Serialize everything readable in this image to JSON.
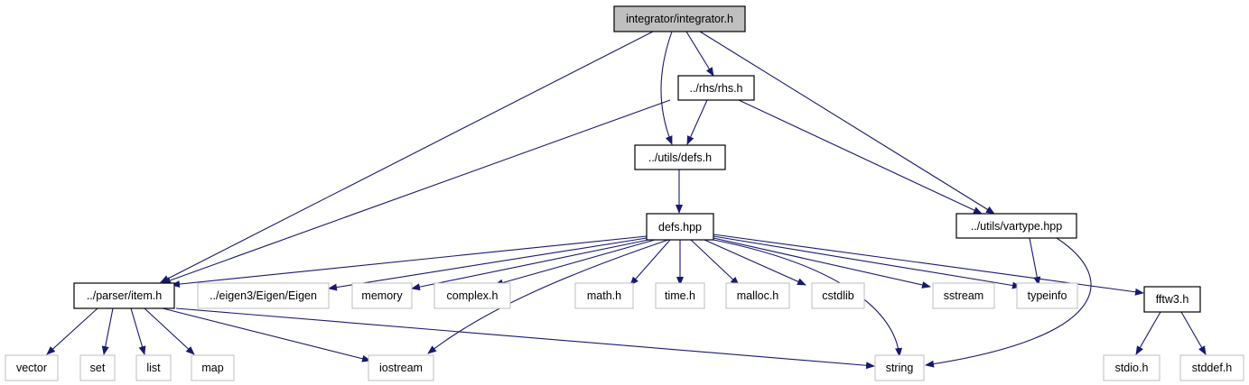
{
  "colors": {
    "edge": "#191970",
    "root_fill": "#bfbfbf",
    "ext_border": "#bfbfbf",
    "node_border": "#000000"
  },
  "nodes": {
    "root": {
      "label": "integrator/integrator.h",
      "kind": "root"
    },
    "rhs": {
      "label": "../rhs/rhs.h",
      "kind": "node"
    },
    "utils_defs": {
      "label": "../utils/defs.h",
      "kind": "node"
    },
    "defs_hpp": {
      "label": "defs.hpp",
      "kind": "node"
    },
    "vartype": {
      "label": "../utils/vartype.hpp",
      "kind": "node"
    },
    "item": {
      "label": "../parser/item.h",
      "kind": "node"
    },
    "eigen": {
      "label": "../eigen3/Eigen/Eigen",
      "kind": "ext"
    },
    "memory": {
      "label": "memory",
      "kind": "ext"
    },
    "complex": {
      "label": "complex.h",
      "kind": "ext"
    },
    "math": {
      "label": "math.h",
      "kind": "ext"
    },
    "time": {
      "label": "time.h",
      "kind": "ext"
    },
    "malloc": {
      "label": "malloc.h",
      "kind": "ext"
    },
    "cstdlib": {
      "label": "cstdlib",
      "kind": "ext"
    },
    "sstream": {
      "label": "sstream",
      "kind": "ext"
    },
    "typeinfo": {
      "label": "typeinfo",
      "kind": "ext"
    },
    "fftw3": {
      "label": "fftw3.h",
      "kind": "node"
    },
    "vector": {
      "label": "vector",
      "kind": "ext"
    },
    "set": {
      "label": "set",
      "kind": "ext"
    },
    "list": {
      "label": "list",
      "kind": "ext"
    },
    "map": {
      "label": "map",
      "kind": "ext"
    },
    "iostream": {
      "label": "iostream",
      "kind": "ext"
    },
    "string": {
      "label": "string",
      "kind": "ext"
    },
    "stdio": {
      "label": "stdio.h",
      "kind": "ext"
    },
    "stddef": {
      "label": "stddef.h",
      "kind": "ext"
    }
  },
  "edges": [
    [
      "root",
      "item"
    ],
    [
      "root",
      "utils_defs"
    ],
    [
      "root",
      "rhs"
    ],
    [
      "root",
      "vartype"
    ],
    [
      "rhs",
      "item"
    ],
    [
      "rhs",
      "utils_defs"
    ],
    [
      "rhs",
      "vartype"
    ],
    [
      "utils_defs",
      "defs_hpp"
    ],
    [
      "defs_hpp",
      "item"
    ],
    [
      "defs_hpp",
      "eigen"
    ],
    [
      "defs_hpp",
      "memory"
    ],
    [
      "defs_hpp",
      "complex"
    ],
    [
      "defs_hpp",
      "iostream"
    ],
    [
      "defs_hpp",
      "math"
    ],
    [
      "defs_hpp",
      "time"
    ],
    [
      "defs_hpp",
      "malloc"
    ],
    [
      "defs_hpp",
      "cstdlib"
    ],
    [
      "defs_hpp",
      "string"
    ],
    [
      "defs_hpp",
      "sstream"
    ],
    [
      "defs_hpp",
      "typeinfo"
    ],
    [
      "defs_hpp",
      "fftw3"
    ],
    [
      "vartype",
      "typeinfo"
    ],
    [
      "vartype",
      "string"
    ],
    [
      "item",
      "vector"
    ],
    [
      "item",
      "set"
    ],
    [
      "item",
      "list"
    ],
    [
      "item",
      "map"
    ],
    [
      "item",
      "iostream"
    ],
    [
      "item",
      "string"
    ],
    [
      "fftw3",
      "stdio"
    ],
    [
      "fftw3",
      "stddef"
    ]
  ]
}
